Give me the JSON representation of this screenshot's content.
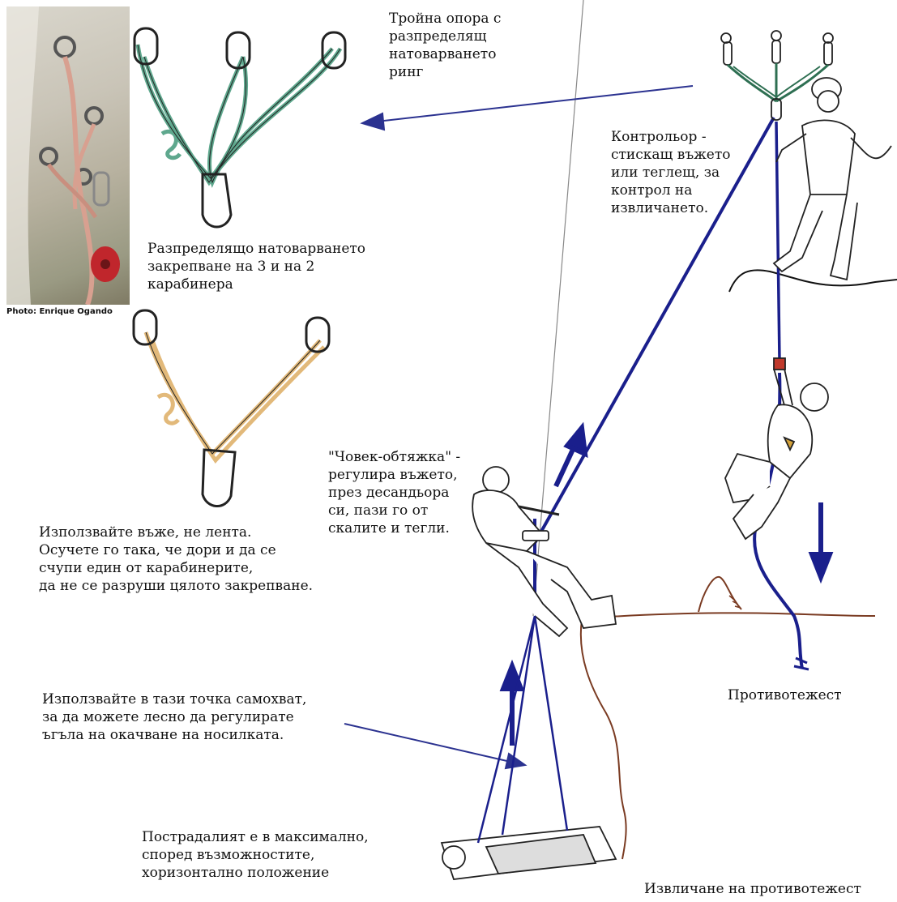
{
  "labels": {
    "triple_anchor": "Тройна опора с\nразпределящ\nнатоварването\nринг",
    "controller": "Контрольор -\nстискащ въжето\nили теглещ, за\nконтрол на\nизвличането.",
    "distributing": "Разпределящо натоварването\nзакрепване на 3 и на 2\nкарабинера",
    "use_rope": "Използвайте въже, не лента.\nОсучете го така, че дори и да се\nсчупи един от карабинерите,\nда не се разруши цялото закрепване.",
    "tensioner": "\"Човек-обтяжка\" -\nрегулира въжето,\nпрез десандьора\nси, пази го от\nскалите и тегли.",
    "counterweight": "Противотежест",
    "ascender": "Използвайте в тази точка самохват,\nза да можете лесно да регулирате\nъгъла на окачване на носилката.",
    "victim": "Пострадалият е в максимално,\nспоред възможностите,\nхоризонтално положение",
    "footer": "Извличане на противотежест"
  },
  "photo_credit": "Photo: Enrique Ogando",
  "colors": {
    "main_rope": "#1a1f8c",
    "anchor_three": "#5fa88e",
    "anchor_two": "#e2b97a",
    "pointer_arrow": "#2b3290",
    "terrain": "#7a3b22",
    "outline": "#222222",
    "anchor_webbing": "#2e6f52"
  }
}
